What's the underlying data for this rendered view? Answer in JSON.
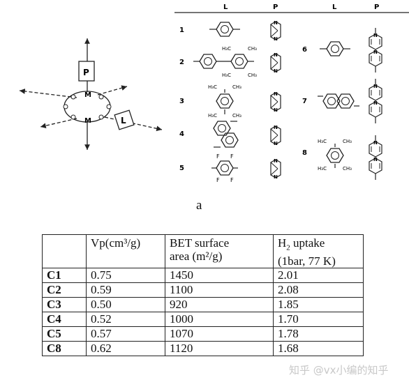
{
  "figure": {
    "caption": "a",
    "col_headers": [
      "L",
      "P",
      "L",
      "P"
    ],
    "row_numbers": [
      "1",
      "2",
      "3",
      "4",
      "5",
      "6",
      "7",
      "8"
    ],
    "box_labels": {
      "pillar": "P",
      "linker": "L"
    },
    "atom_labels": {
      "metal": "M",
      "n": "N",
      "fluorine": "F",
      "methyl": "H₃C",
      "methyl_r": "CH₃"
    }
  },
  "table": {
    "headers": {
      "blank": "",
      "vp": "Vp(cm³/g)",
      "bet_line1": "BET surface",
      "bet_line2": "area (m²/g)",
      "h2_line1_a": "H",
      "h2_line1_sub": "2",
      "h2_line1_b": " uptake",
      "h2_line2": "(1bar, 77 K)"
    },
    "rows": [
      {
        "label": "C1",
        "vp": "0.75",
        "bet": "1450",
        "h2": "2.01"
      },
      {
        "label": "C2",
        "vp": "0.59",
        "bet": "1100",
        "h2": "2.08"
      },
      {
        "label": "C3",
        "vp": "0.50",
        "bet": "920",
        "h2": "1.85"
      },
      {
        "label": "C4",
        "vp": "0.52",
        "bet": "1000",
        "h2": "1.70"
      },
      {
        "label": "C5",
        "vp": "0.57",
        "bet": "1070",
        "h2": "1.78"
      },
      {
        "label": "C8",
        "vp": "0.62",
        "bet": "1120",
        "h2": "1.68"
      }
    ]
  },
  "watermark": "知乎 @vx小编的知乎"
}
